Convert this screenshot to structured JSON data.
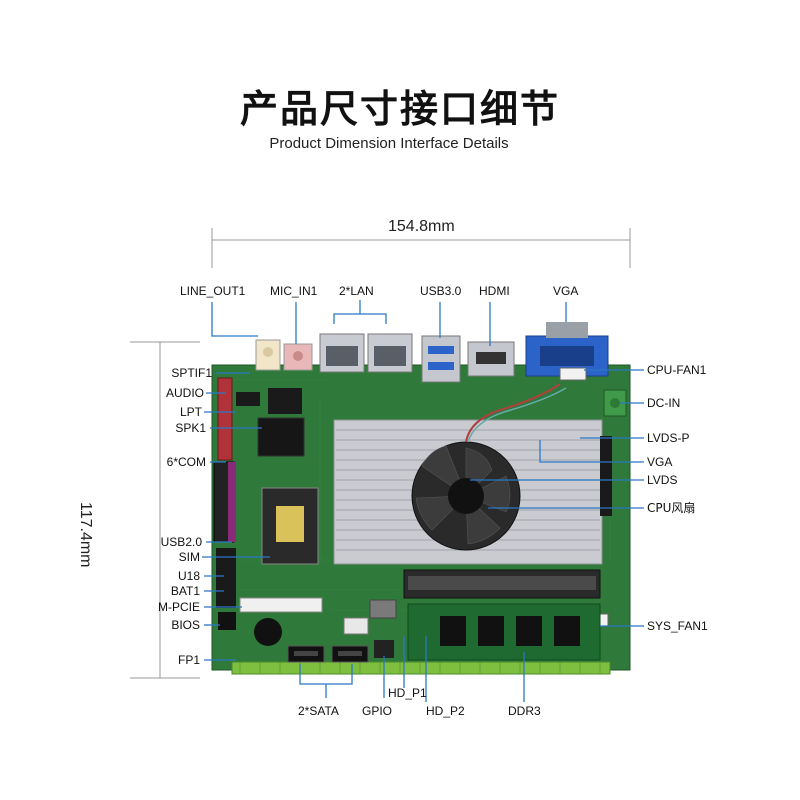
{
  "title": "产品尺寸接口细节",
  "subtitle": "Product Dimension Interface Details",
  "dimensions": {
    "width": "154.8mm",
    "height": "117.4mm"
  },
  "labels": {
    "top": [
      "LINE_OUT1",
      "MIC_IN1",
      "2*LAN",
      "USB3.0",
      "HDMI",
      "VGA"
    ],
    "left": [
      "SPTIF1",
      "AUDIO",
      "LPT",
      "SPK1",
      "6*COM",
      "USB2.0",
      "SIM",
      "U18",
      "BAT1",
      "M-PCIE",
      "BIOS",
      "FP1"
    ],
    "right": [
      "CPU-FAN1",
      "DC-IN",
      "LVDS-P",
      "VGA",
      "LVDS",
      "CPU风扇",
      "SYS_FAN1"
    ],
    "bottom": [
      "2*SATA",
      "GPIO",
      "HD_P1",
      "HD_P2",
      "DDR3"
    ]
  },
  "colors": {
    "pcb": "#2f7a3a",
    "pcb_dark": "#245e2d",
    "heatsink": "#c9cbd0",
    "callout": "#2b78c5",
    "vga": "#2c63c9"
  }
}
